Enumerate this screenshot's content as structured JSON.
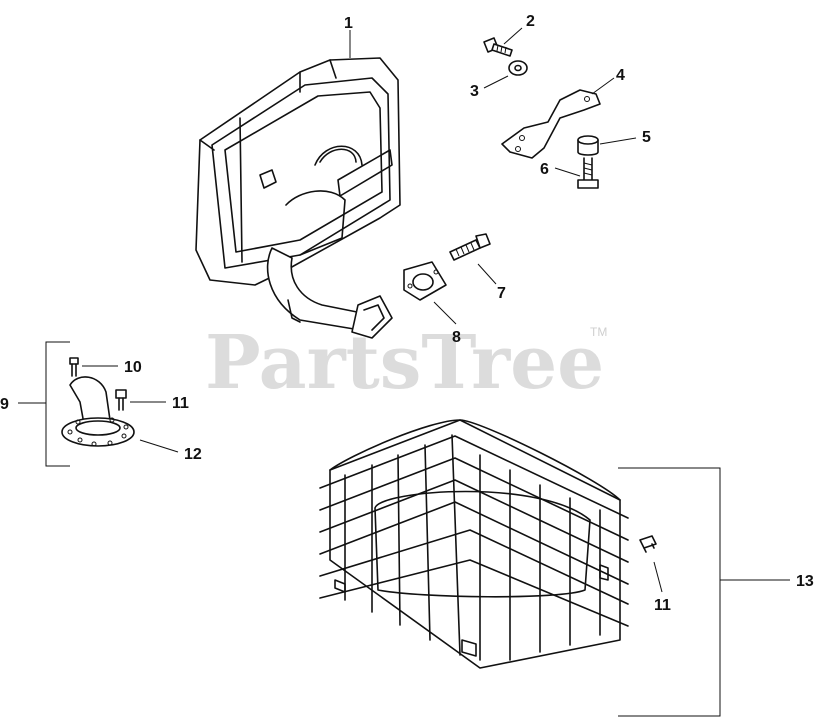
{
  "watermark": {
    "text": "PartsTree",
    "trademark": "TM"
  },
  "callouts": {
    "c1": "1",
    "c2": "2",
    "c3": "3",
    "c4": "4",
    "c5": "5",
    "c6": "6",
    "c7": "7",
    "c8": "8",
    "c9": "9",
    "c10": "10",
    "c11a": "11",
    "c12": "12",
    "c13": "13",
    "c11b": "11"
  },
  "colors": {
    "line": "#111111",
    "watermark": "#dcdcdc",
    "background": "#ffffff"
  }
}
